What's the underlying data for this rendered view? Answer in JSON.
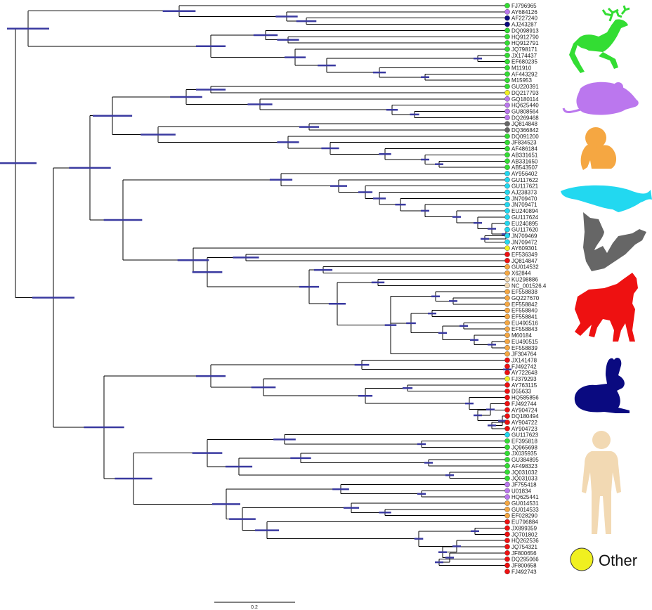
{
  "colors": {
    "green": "#33dd33",
    "purple": "#bb77ee",
    "navy": "#0a0a80",
    "gray": "#666666",
    "orange": "#f5a742",
    "cyan": "#22d8f0",
    "red": "#ee1111",
    "yellow": "#f0f020",
    "beige": "#f2d9b3"
  },
  "tips": [
    {
      "label": "FJ796965",
      "color": "green"
    },
    {
      "label": "AY684126",
      "color": "purple"
    },
    {
      "label": "AF227240",
      "color": "navy"
    },
    {
      "label": "AJ243287",
      "color": "navy"
    },
    {
      "label": "DQ098913",
      "color": "green"
    },
    {
      "label": "HQ912790",
      "color": "green"
    },
    {
      "label": "HQ912791",
      "color": "green"
    },
    {
      "label": "JQ798171",
      "color": "green"
    },
    {
      "label": "JX174437",
      "color": "green"
    },
    {
      "label": "EF680235",
      "color": "green"
    },
    {
      "label": "M11910",
      "color": "green"
    },
    {
      "label": "AF443292",
      "color": "green"
    },
    {
      "label": "M15953",
      "color": "green"
    },
    {
      "label": "GU220391",
      "color": "green"
    },
    {
      "label": "DQ217793",
      "color": "yellow"
    },
    {
      "label": "GQ180114",
      "color": "purple"
    },
    {
      "label": "HQ625440",
      "color": "purple"
    },
    {
      "label": "GU808564",
      "color": "purple"
    },
    {
      "label": "DQ269468",
      "color": "purple"
    },
    {
      "label": "JQ814848",
      "color": "gray"
    },
    {
      "label": "DQ366842",
      "color": "gray"
    },
    {
      "label": "DQ091200",
      "color": "green"
    },
    {
      "label": "JF834523",
      "color": "green"
    },
    {
      "label": "AF486184",
      "color": "green"
    },
    {
      "label": "AB331651",
      "color": "green"
    },
    {
      "label": "AB331650",
      "color": "green"
    },
    {
      "label": "AB543507",
      "color": "green"
    },
    {
      "label": "AY956402",
      "color": "cyan"
    },
    {
      "label": "GU117622",
      "color": "cyan"
    },
    {
      "label": "GU117621",
      "color": "cyan"
    },
    {
      "label": "AJ238373",
      "color": "cyan"
    },
    {
      "label": "JN709470",
      "color": "cyan"
    },
    {
      "label": "JN709471",
      "color": "cyan"
    },
    {
      "label": "EU240894",
      "color": "cyan"
    },
    {
      "label": "GU117624",
      "color": "cyan"
    },
    {
      "label": "EU240895",
      "color": "cyan"
    },
    {
      "label": "GU117620",
      "color": "cyan"
    },
    {
      "label": "JN709469",
      "color": "cyan"
    },
    {
      "label": "JN709472",
      "color": "cyan"
    },
    {
      "label": "AY609301",
      "color": "yellow"
    },
    {
      "label": "EF536349",
      "color": "red"
    },
    {
      "label": "JQ814847",
      "color": "red"
    },
    {
      "label": "GU014532",
      "color": "orange"
    },
    {
      "label": "X62844",
      "color": "orange"
    },
    {
      "label": "KU298886",
      "color": "beige"
    },
    {
      "label": "NC_001526.4",
      "color": "beige"
    },
    {
      "label": "EF558838",
      "color": "orange"
    },
    {
      "label": "GQ227670",
      "color": "orange"
    },
    {
      "label": "EF558842",
      "color": "orange"
    },
    {
      "label": "EF558840",
      "color": "orange"
    },
    {
      "label": "EF558841",
      "color": "orange"
    },
    {
      "label": "EU490516",
      "color": "orange"
    },
    {
      "label": "EF558843",
      "color": "orange"
    },
    {
      "label": "M60184",
      "color": "orange"
    },
    {
      "label": "EU490515",
      "color": "orange"
    },
    {
      "label": "EF558839",
      "color": "orange"
    },
    {
      "label": "JF304764",
      "color": "orange"
    },
    {
      "label": "JX141478",
      "color": "red"
    },
    {
      "label": "FJ492742",
      "color": "red"
    },
    {
      "label": "AY722648",
      "color": "red"
    },
    {
      "label": "FJ379293",
      "color": "yellow"
    },
    {
      "label": "AY763115",
      "color": "red"
    },
    {
      "label": "D55633",
      "color": "red"
    },
    {
      "label": "HQ585856",
      "color": "red"
    },
    {
      "label": "FJ492744",
      "color": "red"
    },
    {
      "label": "AY904724",
      "color": "red"
    },
    {
      "label": "DQ180494",
      "color": "red"
    },
    {
      "label": "AY904722",
      "color": "red"
    },
    {
      "label": "AY904723",
      "color": "red"
    },
    {
      "label": "GU117623",
      "color": "cyan"
    },
    {
      "label": "EF395818",
      "color": "green"
    },
    {
      "label": "JQ965698",
      "color": "green"
    },
    {
      "label": "JX035935",
      "color": "green"
    },
    {
      "label": "GU384895",
      "color": "green"
    },
    {
      "label": "AF498323",
      "color": "green"
    },
    {
      "label": "JQ031032",
      "color": "green"
    },
    {
      "label": "JQ031033",
      "color": "green"
    },
    {
      "label": "JF755418",
      "color": "purple"
    },
    {
      "label": "U01834",
      "color": "purple"
    },
    {
      "label": "HQ625441",
      "color": "purple"
    },
    {
      "label": "GU014531",
      "color": "orange"
    },
    {
      "label": "GU014533",
      "color": "orange"
    },
    {
      "label": "EF028290",
      "color": "orange"
    },
    {
      "label": "EU796884",
      "color": "red"
    },
    {
      "label": "JX899359",
      "color": "red"
    },
    {
      "label": "JQ701802",
      "color": "red"
    },
    {
      "label": "HQ262536",
      "color": "red"
    },
    {
      "label": "JQ754321",
      "color": "red"
    },
    {
      "label": "JF800656",
      "color": "red"
    },
    {
      "label": "DQ295066",
      "color": "red"
    },
    {
      "label": "JF800658",
      "color": "red"
    },
    {
      "label": "FJ492743",
      "color": "red"
    }
  ],
  "legend": [
    {
      "icon": "deer-silhouette-icon",
      "color": "green"
    },
    {
      "icon": "mouse-silhouette-icon",
      "color": "purple"
    },
    {
      "icon": "monkey-silhouette-icon",
      "color": "orange"
    },
    {
      "icon": "whale-silhouette-icon",
      "color": "cyan"
    },
    {
      "icon": "bat-silhouette-icon",
      "color": "gray"
    },
    {
      "icon": "wolf-silhouette-icon",
      "color": "red"
    },
    {
      "icon": "rabbit-silhouette-icon",
      "color": "navy"
    },
    {
      "icon": "human-silhouette-icon",
      "color": "beige"
    }
  ],
  "other_legend": {
    "label": "Other",
    "color": "yellow"
  },
  "scale_bar": {
    "label": "0.2"
  }
}
